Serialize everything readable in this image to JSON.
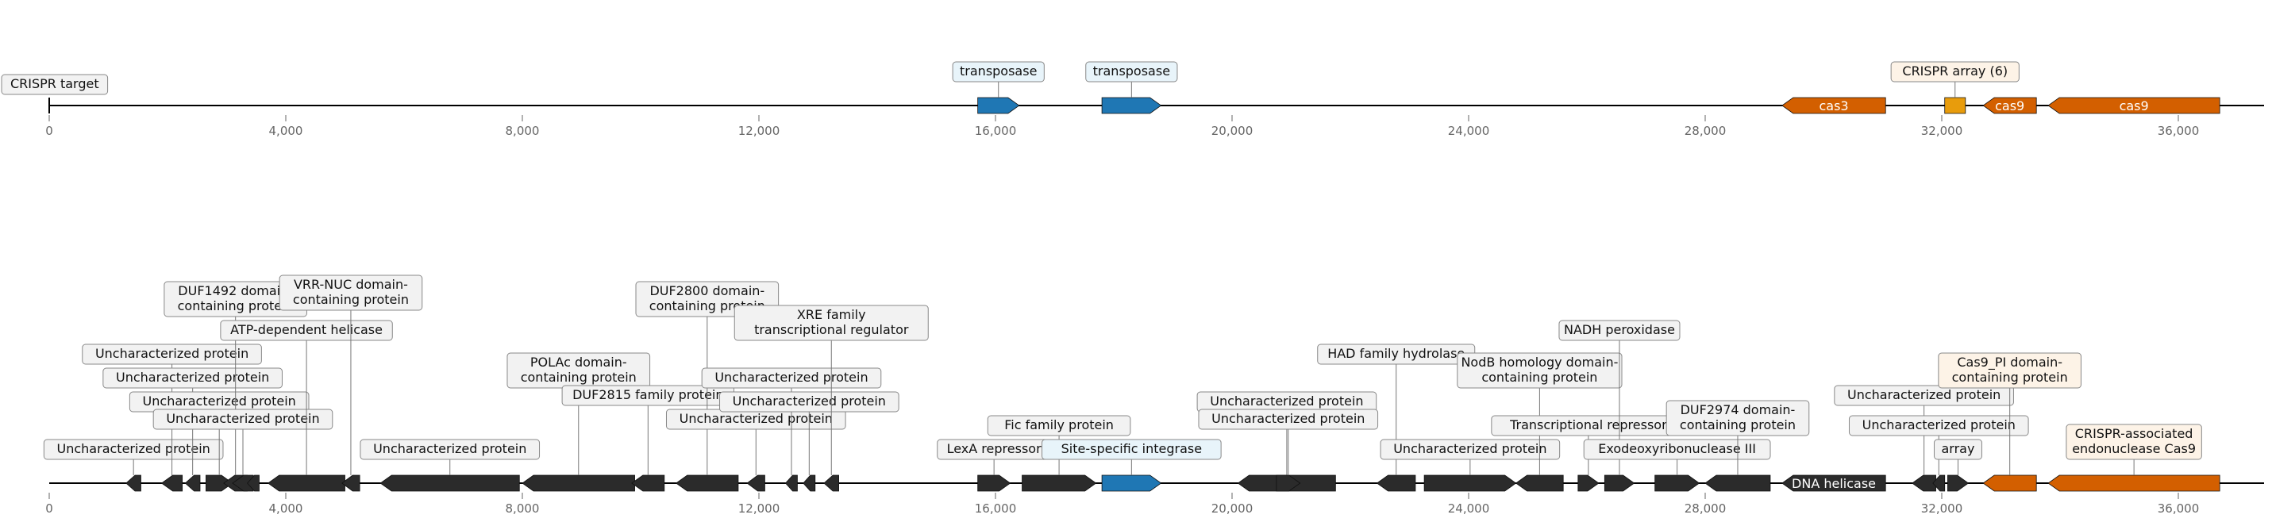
{
  "colors": {
    "backbone": "#000000",
    "gene_dark": "#2b2b2b",
    "gene_blue": "#1f77b4",
    "gene_orange": "#d35f00",
    "gene_gold": "#e89c0c",
    "label_grey": "#f2f2f2",
    "label_blue": "#e8f4fa",
    "label_orange": "#fdf3e7",
    "tick": "#666666"
  },
  "tracks": [
    {
      "name": "top-locus",
      "ticks": [
        "0",
        "4,000",
        "8,000",
        "12,000",
        "16,000",
        "20,000",
        "24,000",
        "28,000",
        "32,000",
        "36,000"
      ],
      "features": [
        {
          "start": 15700,
          "end": 16400,
          "strand": "+",
          "color": "blue",
          "label": "transposase",
          "label_color": "blue",
          "label_row": 0
        },
        {
          "start": 17800,
          "end": 18800,
          "strand": "+",
          "color": "blue",
          "label": "transposase",
          "label_color": "blue",
          "label_row": 0
        },
        {
          "start": 29300,
          "end": 31050,
          "strand": "-",
          "color": "orange",
          "inner": "cas3"
        },
        {
          "start": 32050,
          "end": 32400,
          "strand": "none",
          "color": "gold",
          "label": "CRISPR array (6)",
          "label_color": "orange",
          "label_row": 0
        },
        {
          "start": 32700,
          "end": 33600,
          "strand": "-",
          "color": "orange",
          "inner": "cas9"
        },
        {
          "start": 33800,
          "end": 36700,
          "strand": "-",
          "color": "orange",
          "inner": "cas9"
        }
      ],
      "markers": [
        {
          "pos": 0,
          "label": "CRISPR target"
        }
      ]
    },
    {
      "name": "bottom-locus",
      "ticks": [
        "0",
        "4,000",
        "8,000",
        "12,000",
        "16,000",
        "20,000",
        "24,000",
        "28,000",
        "32,000",
        "36,000"
      ],
      "features": [
        {
          "start": 1300,
          "end": 1550,
          "strand": "-",
          "color": "dark",
          "label": "Uncharacterized protein",
          "label_row": 0
        },
        {
          "start": 1900,
          "end": 2250,
          "strand": "-",
          "color": "dark",
          "label": "Uncharacterized protein",
          "label_row": 4
        },
        {
          "start": 2300,
          "end": 2550,
          "strand": "-",
          "color": "dark",
          "label": "Uncharacterized protein",
          "label_row": 3
        },
        {
          "start": 2650,
          "end": 3100,
          "strand": "+",
          "color": "dark",
          "label": "Uncharacterized protein",
          "label_row": 2
        },
        {
          "start": 2950,
          "end": 3350,
          "strand": "-",
          "color": "dark",
          "label": "DUF1492 domain-\ncontaining protein",
          "label_row": 6
        },
        {
          "start": 3100,
          "end": 3450,
          "strand": "-",
          "color": "dark",
          "label": "Uncharacterized protein",
          "label_row": 1,
          "raised": true
        },
        {
          "start": 3350,
          "end": 3550,
          "strand": "-",
          "color": "dark"
        },
        {
          "start": 3700,
          "end": 5000,
          "strand": "-",
          "color": "dark",
          "label": "ATP-dependent helicase",
          "label_row": 5
        },
        {
          "start": 4950,
          "end": 5250,
          "strand": "-",
          "color": "dark",
          "label": "VRR-NUC domain-\ncontaining protein",
          "label_row": 6,
          "raised": true
        },
        {
          "start": 5600,
          "end": 7950,
          "strand": "-",
          "color": "dark",
          "label": "Uncharacterized protein",
          "label_row": 0
        },
        {
          "start": 8000,
          "end": 9900,
          "strand": "-",
          "color": "dark",
          "label": "POLAc domain-\ncontaining protein",
          "label_row": 3
        },
        {
          "start": 9850,
          "end": 10400,
          "strand": "-",
          "color": "dark",
          "label": "DUF2815 family protein",
          "label_row": 2,
          "raised": true
        },
        {
          "start": 10600,
          "end": 11650,
          "strand": "-",
          "color": "dark",
          "label": "DUF2800 domain-\ncontaining protein",
          "label_row": 6
        },
        {
          "start": 11800,
          "end": 12100,
          "strand": "-",
          "color": "dark",
          "label": "Uncharacterized protein",
          "label_row": 1,
          "raised": true
        },
        {
          "start": 12450,
          "end": 12650,
          "strand": "-",
          "color": "dark",
          "label": "Uncharacterized protein",
          "label_row": 3
        },
        {
          "start": 12750,
          "end": 12950,
          "strand": "-",
          "color": "dark",
          "label": "Uncharacterized protein",
          "label_row": 2
        },
        {
          "start": 13100,
          "end": 13350,
          "strand": "-",
          "color": "dark",
          "label": "XRE family\ntranscriptional regulator",
          "label_row": 5
        },
        {
          "start": 15700,
          "end": 16250,
          "strand": "+",
          "color": "dark",
          "label": "LexA repressor",
          "label_row": 0
        },
        {
          "start": 16450,
          "end": 17700,
          "strand": "+",
          "color": "dark",
          "label": "Fic family protein",
          "label_row": 1
        },
        {
          "start": 17800,
          "end": 18800,
          "strand": "+",
          "color": "blue",
          "label": "Site-specific integrase",
          "label_color": "blue",
          "label_row": 0
        },
        {
          "start": 20100,
          "end": 21750,
          "strand": "-",
          "color": "dark",
          "label": "Uncharacterized protein",
          "label_row": 2
        },
        {
          "start": 20750,
          "end": 21150,
          "strand": "+",
          "color": "dark",
          "label": "Uncharacterized protein",
          "label_row": 1,
          "raised": true
        },
        {
          "start": 22450,
          "end": 23100,
          "strand": "-",
          "color": "dark",
          "label": "HAD family hydrolase",
          "label_row": 4
        },
        {
          "start": 23250,
          "end": 24800,
          "strand": "+",
          "color": "dark",
          "label": "Uncharacterized protein",
          "label_row": 0
        },
        {
          "start": 24800,
          "end": 25600,
          "strand": "-",
          "color": "dark",
          "label": "NodB homology domain-\ncontaining protein",
          "label_row": 3
        },
        {
          "start": 25850,
          "end": 26200,
          "strand": "+",
          "color": "dark",
          "label": "Transcriptional repressor",
          "label_row": 1
        },
        {
          "start": 26300,
          "end": 26800,
          "strand": "+",
          "color": "dark",
          "label": "NADH peroxidase",
          "label_row": 5
        },
        {
          "start": 27150,
          "end": 27900,
          "strand": "+",
          "color": "dark",
          "label": "Exodeoxyribonuclease III",
          "label_row": 0
        },
        {
          "start": 28000,
          "end": 29100,
          "strand": "-",
          "color": "dark",
          "label": "DUF2974 domain-\ncontaining protein",
          "label_row": 1,
          "double_row": true
        },
        {
          "start": 29300,
          "end": 31050,
          "strand": "-",
          "color": "dark",
          "inner": "DNA helicase"
        },
        {
          "start": 31500,
          "end": 31900,
          "strand": "-",
          "color": "dark",
          "label": "Uncharacterized protein",
          "label_row": 2,
          "raised": true
        },
        {
          "start": 31850,
          "end": 32050,
          "strand": "-",
          "color": "dark",
          "label": "Uncharacterized protein",
          "label_row": 1
        },
        {
          "start": 32100,
          "end": 32450,
          "strand": "+",
          "color": "dark",
          "label": "array",
          "label_row": 0
        },
        {
          "start": 32700,
          "end": 33600,
          "strand": "-",
          "color": "orange",
          "label": "Cas9_PI domain-\ncontaining protein",
          "label_color": "orange",
          "label_row": 3
        },
        {
          "start": 33800,
          "end": 36700,
          "strand": "-",
          "color": "orange",
          "label": "CRISPR-associated\nendonuclease Cas9",
          "label_color": "orange",
          "label_row": 0,
          "double_row": true
        }
      ]
    }
  ]
}
